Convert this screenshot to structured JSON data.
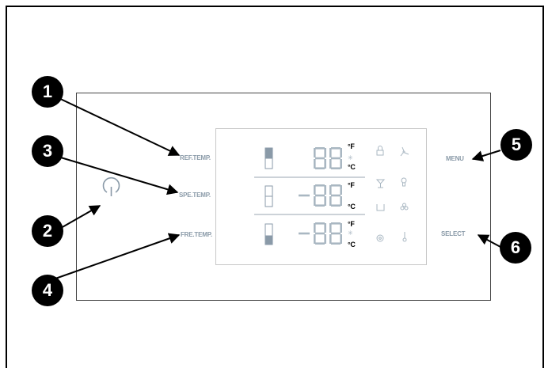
{
  "labels": {
    "ref_temp": "REF.TEMP.",
    "spe_temp": "SPE.TEMP.",
    "fre_temp": "FRE.TEMP.",
    "menu": "MENU",
    "select": "SELECT"
  },
  "callouts": [
    "1",
    "2",
    "3",
    "4",
    "5",
    "6"
  ],
  "display": {
    "rows": [
      {
        "digits": "88",
        "unit_f": "°F",
        "unit_c": "°C"
      },
      {
        "digits": "-88",
        "unit_f": "°F",
        "unit_c": "°C"
      },
      {
        "digits": "-88",
        "unit_f": "°F",
        "unit_c": "°C"
      }
    ],
    "segment_color": "#a9b7c2"
  },
  "icons": [
    "power-icon",
    "lock-icon",
    "fan-icon",
    "glass-icon",
    "bulb-icon",
    "cup-icon",
    "grid-icon",
    "smiley-icon",
    "thermometer-icon"
  ]
}
